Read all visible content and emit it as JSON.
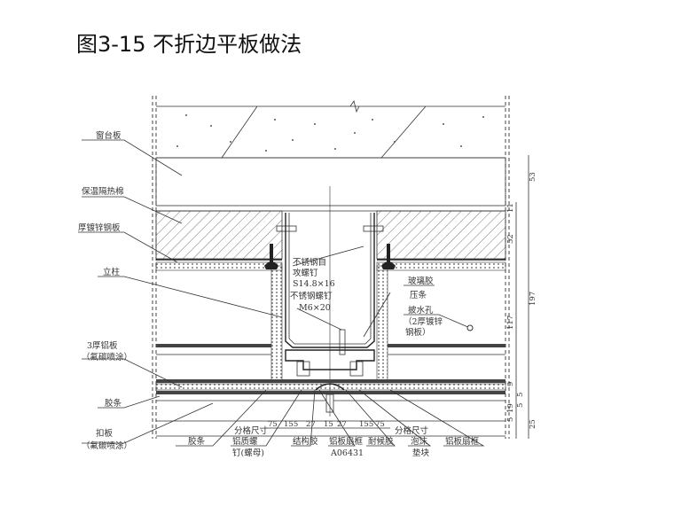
{
  "title": "图3-15 不折边平板做法",
  "labels": {
    "sill_board": "窗台板",
    "insulation": "保温隔热棉",
    "galv_steel": "厚镀锌钢板",
    "mullion": "立柱",
    "alu_panel_1": "3厚铝板",
    "alu_panel_2": "（氟碳喷涂）",
    "gasket_left": "胶条",
    "cover_1": "扣板",
    "cover_2": "（氟碳喷涂）",
    "gasket_bottom": "胶条",
    "rivet_1": "铝质螺",
    "rivet_2": "钉(螺母)",
    "structural_sealant": "结构胶",
    "frame_1": "铝板扇框",
    "frame_2": "A06431",
    "weather_sealant": "耐候胶",
    "foam_1": "泡沫",
    "foam_2": "垫块",
    "frame_right": "铝板扇框",
    "grid_left": "分格尺寸",
    "grid_right": "分格尺寸",
    "screw1_1": "不锈钢自",
    "screw1_2": "攻螺钉",
    "screw1_3": "S14.8×16",
    "screw2_1": "不锈钢螺钉",
    "screw2_2": "M6×20",
    "glass_sealant": "玻璃胶",
    "pressure_strip": "压条",
    "drain_1": "披水孔",
    "drain_2": "（2厚镀锌",
    "drain_3": "钢板）"
  },
  "dims_bottom": [
    "75",
    "155",
    "27",
    "15",
    "27",
    "155",
    "75"
  ],
  "dims_right": [
    "53",
    "11",
    "52",
    "197",
    "117",
    "9",
    "5",
    "5",
    "19",
    "5",
    "25"
  ]
}
